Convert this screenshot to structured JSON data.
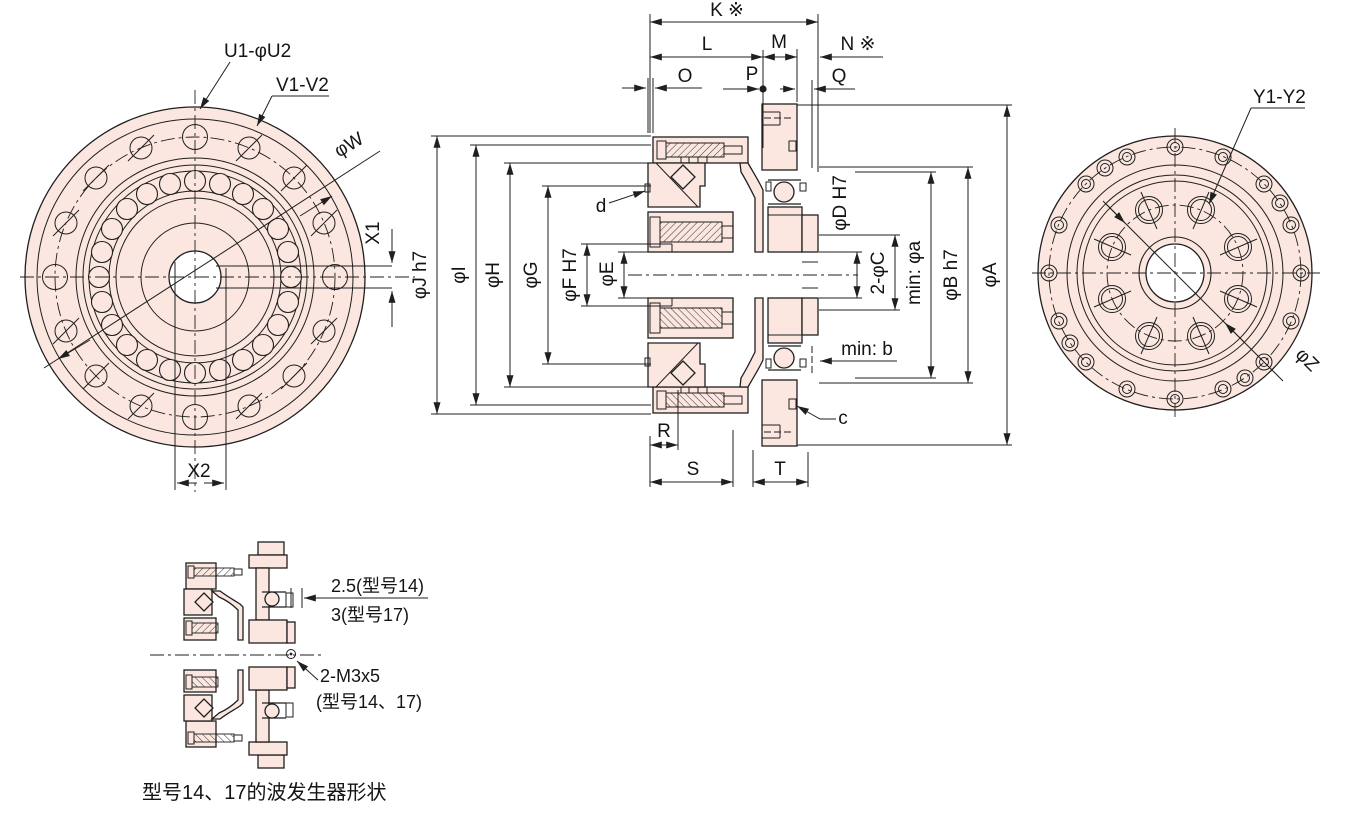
{
  "drawing": {
    "colors": {
      "part_fill": "#fbe7e0",
      "line": "#1f1f1f"
    },
    "left_view": {
      "hole_top_label": "U1-φU2",
      "hole_side_label": "V1-V2",
      "bolt_circle_dia": "φW",
      "keyway_width": "X1",
      "bottom_width": "X2"
    },
    "section_view": {
      "top_dims": {
        "k": "K ※",
        "l": "L",
        "m": "M",
        "n": "N ※",
        "o": "O",
        "p": "P",
        "q": "Q"
      },
      "left_dims": {
        "j": "φJ h7",
        "i": "φI",
        "h": "φH",
        "g": "φG",
        "f": "φF H7",
        "e": "φE"
      },
      "right_dims": {
        "d_bore": "φD H7",
        "c_holes": "2-φC",
        "a_min": "min: φa",
        "b_h7": "φB h7",
        "a": "φA",
        "b_min": "min: b"
      },
      "refs": {
        "c": "c",
        "d": "d"
      },
      "bottom_dims": {
        "r": "R",
        "s": "S",
        "t": "T"
      }
    },
    "right_view": {
      "hole_label": "Y1-Y2",
      "bolt_circle_dia": "φZ"
    },
    "detail_view": {
      "dim_model14": "2.5(型号14)",
      "dim_model17": "3(型号17)",
      "screws": "2-M3x5",
      "screws_models": "(型号14、17)",
      "caption": "型号14、17的波发生器形状"
    }
  }
}
